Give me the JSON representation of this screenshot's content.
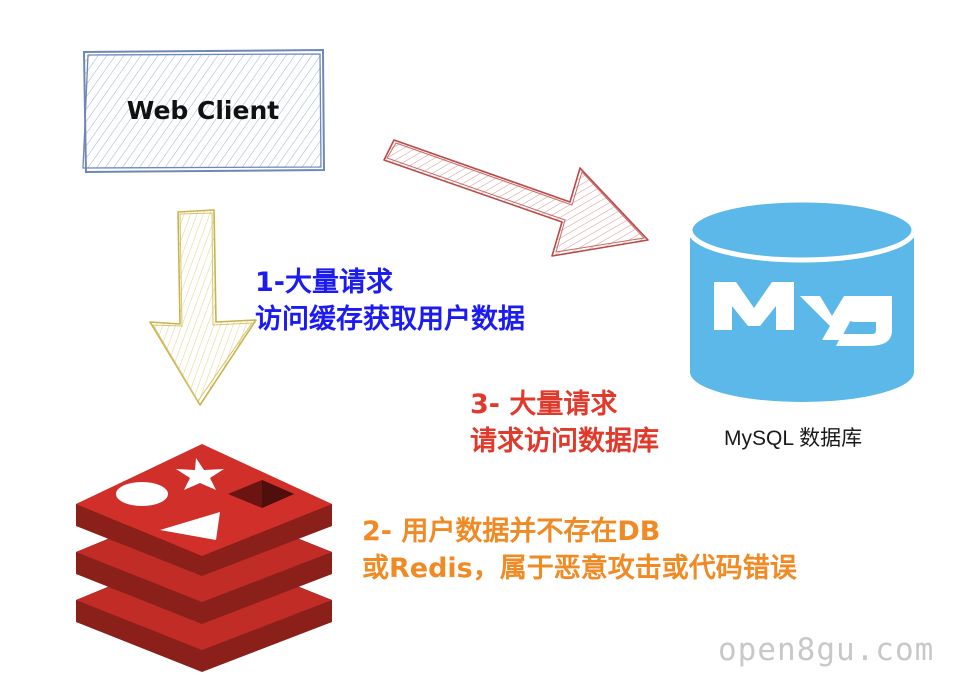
{
  "client": {
    "label": "Web Client"
  },
  "notes": {
    "step1": {
      "line1": "1-大量请求",
      "line2": "访问缓存获取用户数据",
      "color": "#1c1cf0"
    },
    "step3": {
      "line1": "3- 大量请求",
      "line2": "请求访问数据库",
      "color": "#e03a2c"
    },
    "step2": {
      "line1": "2- 用户数据并不存在DB",
      "line2": "或Redis，属于恶意攻击或代码错误",
      "color": "#f08a24"
    }
  },
  "database": {
    "logo_text": "My",
    "caption": "MySQL 数据库",
    "color": "#5bb8e8"
  },
  "cache": {
    "icon": "redis-logo",
    "color": "#c22c27"
  },
  "arrows": {
    "client_to_cache_color": "#d9c46a",
    "client_to_db_color": "#b94a48"
  },
  "watermark": "open8gu.com"
}
